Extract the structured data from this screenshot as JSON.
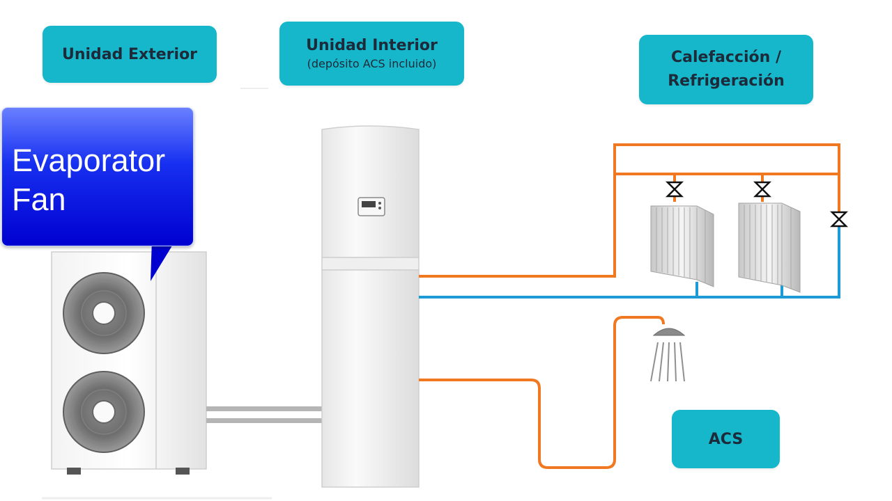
{
  "labels": {
    "exterior": "Unidad Exterior",
    "interior_title": "Unidad Interior",
    "interior_sub": "(depósito ACS incluido)",
    "calefaccion_line1": "Calefacción /",
    "calefaccion_line2": "Refrigeración",
    "acs": "ACS"
  },
  "callout": {
    "text": "Evaporator\nFan"
  },
  "colors": {
    "label_bg": "#17b7cb",
    "hot_pipe": "#f07820",
    "cold_pipe": "#1e9ad6",
    "callout_blue": "#0a1ee6"
  }
}
